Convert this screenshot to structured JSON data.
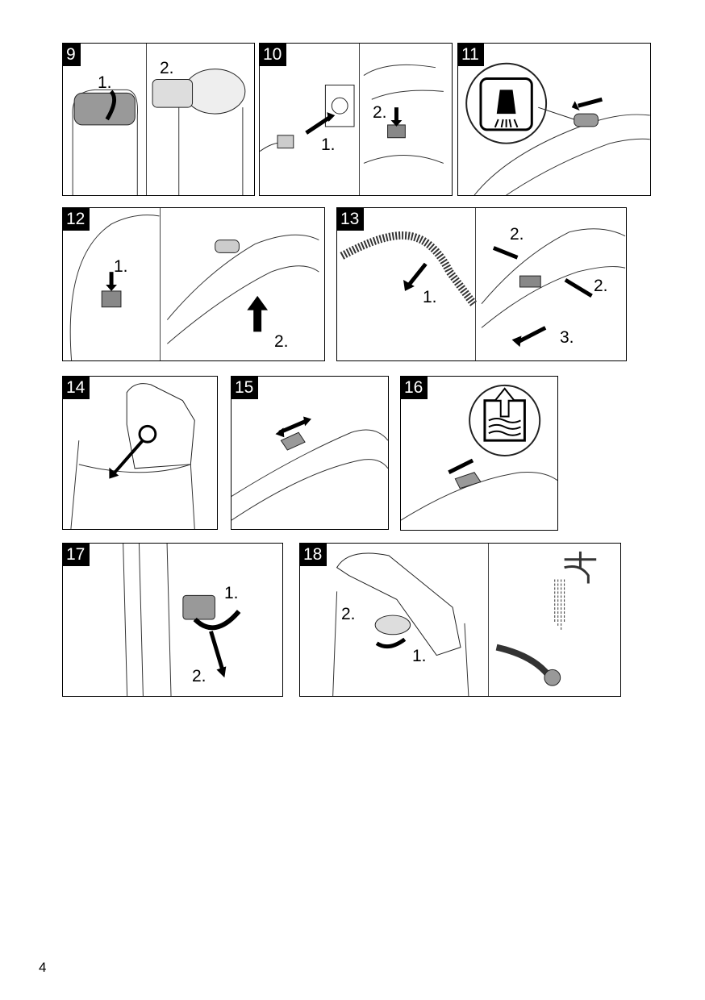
{
  "page_number": "4",
  "figures": [
    {
      "number": "9",
      "steps": [
        "1.",
        "2."
      ]
    },
    {
      "number": "10",
      "steps": [
        "1.",
        "2."
      ]
    },
    {
      "number": "11",
      "steps": []
    },
    {
      "number": "12",
      "steps": [
        "1.",
        "2."
      ]
    },
    {
      "number": "13",
      "steps": [
        "1.",
        "2.",
        "2.",
        "3."
      ]
    },
    {
      "number": "14",
      "steps": []
    },
    {
      "number": "15",
      "steps": []
    },
    {
      "number": "16",
      "steps": []
    },
    {
      "number": "17",
      "steps": [
        "1.",
        "2."
      ]
    },
    {
      "number": "18",
      "steps": [
        "2.",
        "1."
      ]
    }
  ]
}
